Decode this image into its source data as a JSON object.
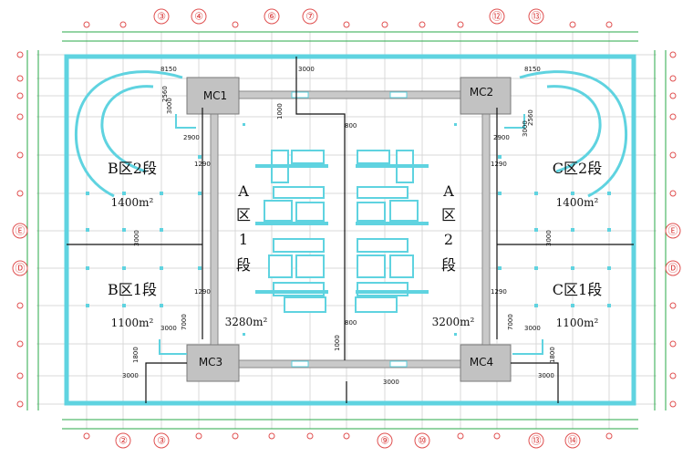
{
  "axes": {
    "top": [
      "③",
      "④",
      "⑥",
      "⑦",
      "⑫",
      "⑬"
    ],
    "bottom": [
      "②",
      "③",
      "⑨",
      "⑩",
      "⑬",
      "⑭"
    ],
    "left": [
      "Ⓔ",
      "Ⓓ"
    ],
    "right": [
      "Ⓔ",
      "Ⓓ"
    ]
  },
  "cranes": {
    "mc1": "MC1",
    "mc2": "MC2",
    "mc3": "MC3",
    "mc4": "MC4"
  },
  "zones": {
    "b2": {
      "label": "B区2段",
      "area": "1400m²"
    },
    "b1": {
      "label": "B区1段",
      "area": "1100m²"
    },
    "c2": {
      "label": "C区2段",
      "area": "1400m²"
    },
    "c1": {
      "label": "C区1段",
      "area": "1100m²"
    },
    "a1": {
      "l1": "A",
      "l2": "区",
      "l3": "1",
      "l4": "段",
      "area": "3280m²"
    },
    "a2": {
      "l1": "A",
      "l2": "区",
      "l3": "2",
      "l4": "段",
      "area": "3200m²"
    }
  },
  "dims": {
    "d3000_top": "3000",
    "d8150_l": "8150",
    "d8150_r": "8150",
    "d2560": "2560",
    "d3000_l": "3000",
    "d3000_r": "3000",
    "d2560_r": "2560",
    "d2900_l": "2900",
    "d2900_r": "2900",
    "d1290_lt": "1290",
    "d1290_rt": "1290",
    "d1000_t": "1000",
    "d800_t": "800",
    "d3000_mid_l": "3000",
    "d3000_mid_r": "3000",
    "d1290_lb": "1290",
    "d1290_rb": "1290",
    "d800_b": "800",
    "d7000_l": "7000",
    "d7000_r": "7000",
    "d3000_lb": "3000",
    "d3000_rb": "3000",
    "d1000_b": "1000",
    "d1800_l": "1800",
    "d1800_r": "1800",
    "d3000_bl": "3000",
    "d3000_br": "3000",
    "d3000_bm": "3000"
  }
}
